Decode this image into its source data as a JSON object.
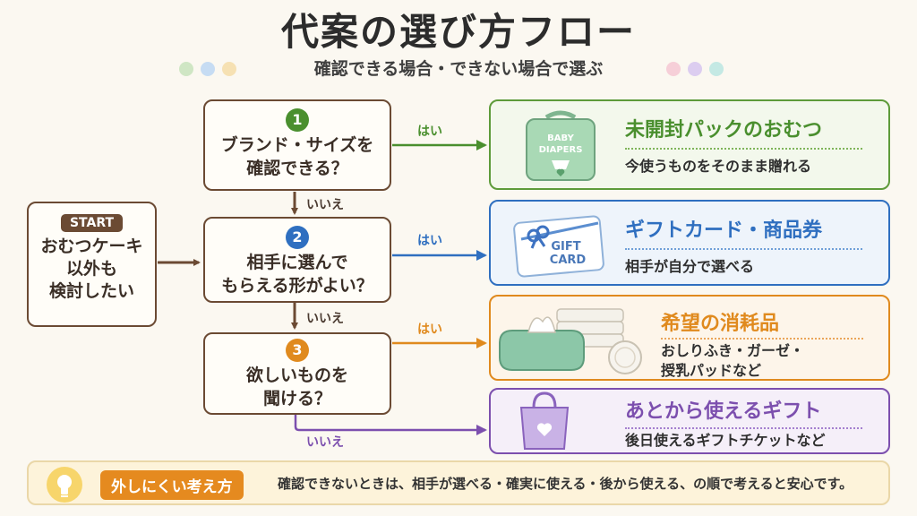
{
  "header": {
    "title": "代案の選び方フロー",
    "subtitle": "確認できる場合・できない場合で選ぶ"
  },
  "start": {
    "badge": "START",
    "lines": [
      "おむつケーキ",
      "以外も",
      "検討したい"
    ]
  },
  "questions": [
    {
      "number": "1",
      "lines": [
        "ブランド・サイズを",
        "確認できる？"
      ],
      "color": "#4a8f2e"
    },
    {
      "number": "2",
      "lines": [
        "相手に選んで",
        "もらえる形がよい？"
      ],
      "color": "#2f6fc0"
    },
    {
      "number": "3",
      "lines": [
        "欲しいものを",
        "聞ける？"
      ],
      "color": "#e08a1e"
    }
  ],
  "labels": {
    "yes": "はい",
    "no": "いいえ"
  },
  "results": [
    {
      "title": "未開封パックのおむつ",
      "desc": [
        "今使うものをそのまま贈れる"
      ],
      "color": "#5d9b3a",
      "bg": "#f3f8ec",
      "icon": "diaper-pack-icon",
      "icon_text": [
        "BABY",
        "DIAPERS"
      ]
    },
    {
      "title": "ギフトカード・商品券",
      "desc": [
        "相手が自分で選べる"
      ],
      "color": "#2f6fc0",
      "bg": "#eef4fb",
      "icon": "gift-card-icon",
      "icon_text": [
        "GIFT",
        "CARD"
      ]
    },
    {
      "title": "希望の消耗品",
      "desc": [
        "おしりふき・ガーゼ・",
        "授乳パッドなど"
      ],
      "color": "#e08a1e",
      "bg": "#fdf5ea",
      "icon": "wipes-gauze-icon"
    },
    {
      "title": "あとから使えるギフト",
      "desc": [
        "後日使えるギフトチケットなど"
      ],
      "color": "#7c4fae",
      "bg": "#f5eff9",
      "icon": "shopping-bag-icon"
    }
  ],
  "footer": {
    "badge": "外しにくい考え方",
    "text": "確認できないときは、相手が選べる・確実に使える・後から使える、の順で考えると安心です。",
    "icon": "lightbulb-icon"
  }
}
